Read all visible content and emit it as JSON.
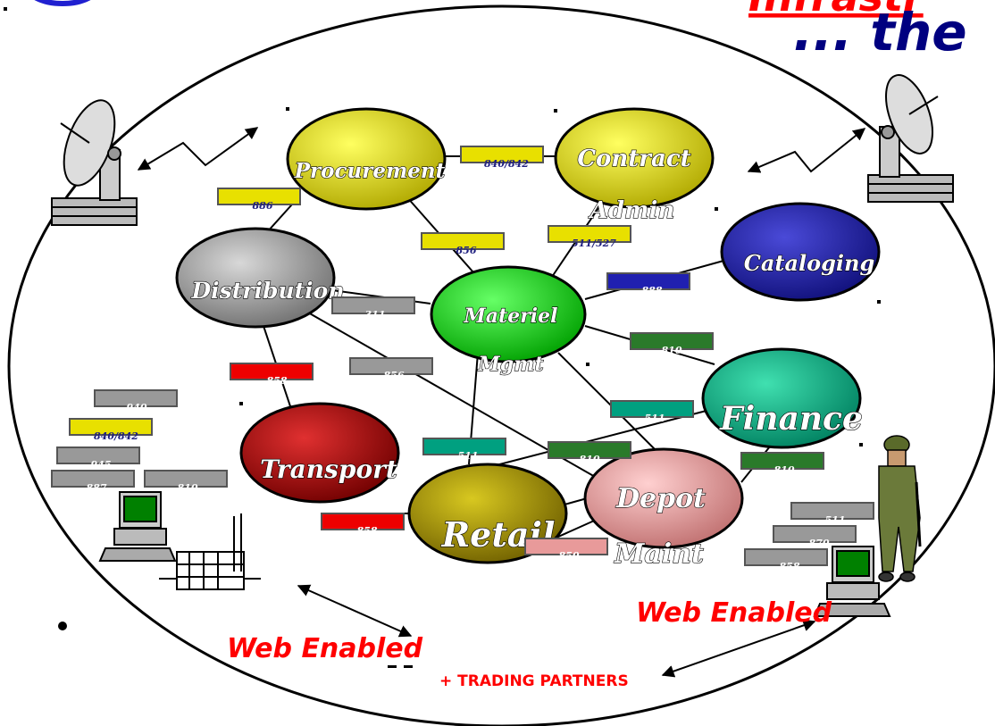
{
  "title": {
    "line1": "Infrastr",
    "line2": "... the"
  },
  "nodes": {
    "procurement": "Procurement",
    "contract": "Contract",
    "contract_sub": "Admin",
    "cataloging": "Cataloging",
    "distribution": "Distribution",
    "materiel": "Materiel",
    "materiel_sub": "Mgmt",
    "finance": "Finance",
    "transport": "Transport",
    "retail": "Retail",
    "depot": "Depot",
    "depot_sub": "Maint"
  },
  "tags": {
    "proc_contract": "840/842",
    "proc_dist": "886",
    "proc_materiel": "856",
    "contract_materiel": "511/527",
    "materiel_catalog": "888",
    "dist_materiel": "311",
    "materiel_finance": "810",
    "dist_transport": "858",
    "dist_depot": "856",
    "materiel_retail": "511",
    "finance_retail": "511",
    "retail_depot": "810",
    "finance_right": "810",
    "transport_retail": "858",
    "retail_depot_bottom": "850"
  },
  "left_stack": [
    "940",
    "840/842",
    "945",
    "887",
    "810"
  ],
  "right_stack": [
    "511",
    "870",
    "858"
  ],
  "labels": {
    "web_left": "Web Enabled",
    "web_right": "Web Enabled",
    "trading": "+ TRADING PARTNERS"
  },
  "colors": {
    "yellow": "#e8e000",
    "gray": "#9a9a9a",
    "green": "#00cc00",
    "navy": "#1a1a9c",
    "teal": "#00a080",
    "darkred": "#a00000",
    "olive": "#a09000",
    "pink": "#e89a9a",
    "red": "#ee0000",
    "darkgreen": "#2a7a2a",
    "text_red": "#ff0000"
  }
}
